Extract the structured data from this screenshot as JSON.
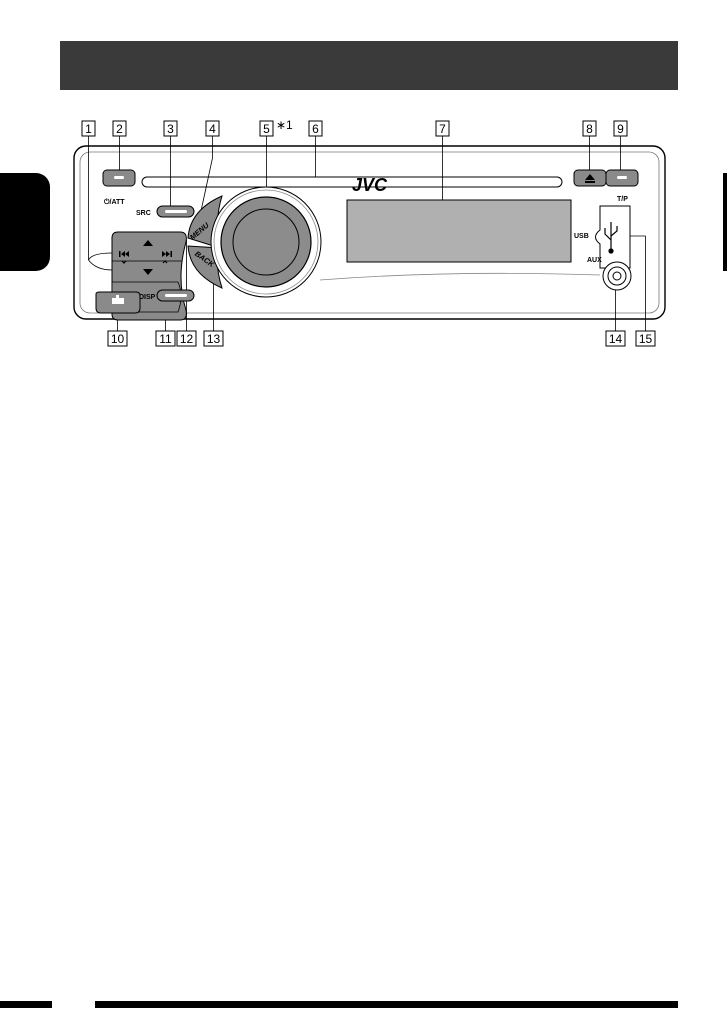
{
  "header": {
    "title": ""
  },
  "unit": {
    "brand": "JVC",
    "labels": {
      "power": "⏻/ATT",
      "src": "SRC",
      "menu": "MENU",
      "back": "BACK",
      "disp": "DISP",
      "usb": "USB",
      "tp": "T/P",
      "aux": "AUX"
    }
  },
  "callouts": [
    "1",
    "2",
    "3",
    "4",
    "5",
    "6",
    "7",
    "8",
    "9",
    "10",
    "11",
    "12",
    "13",
    "14",
    "15"
  ],
  "footnote_mark": "∗1",
  "colors": {
    "header": "#3a3a3a",
    "button": "#8a8a8a",
    "dial": "#8c8c8c",
    "display": "#b0b0b0"
  }
}
